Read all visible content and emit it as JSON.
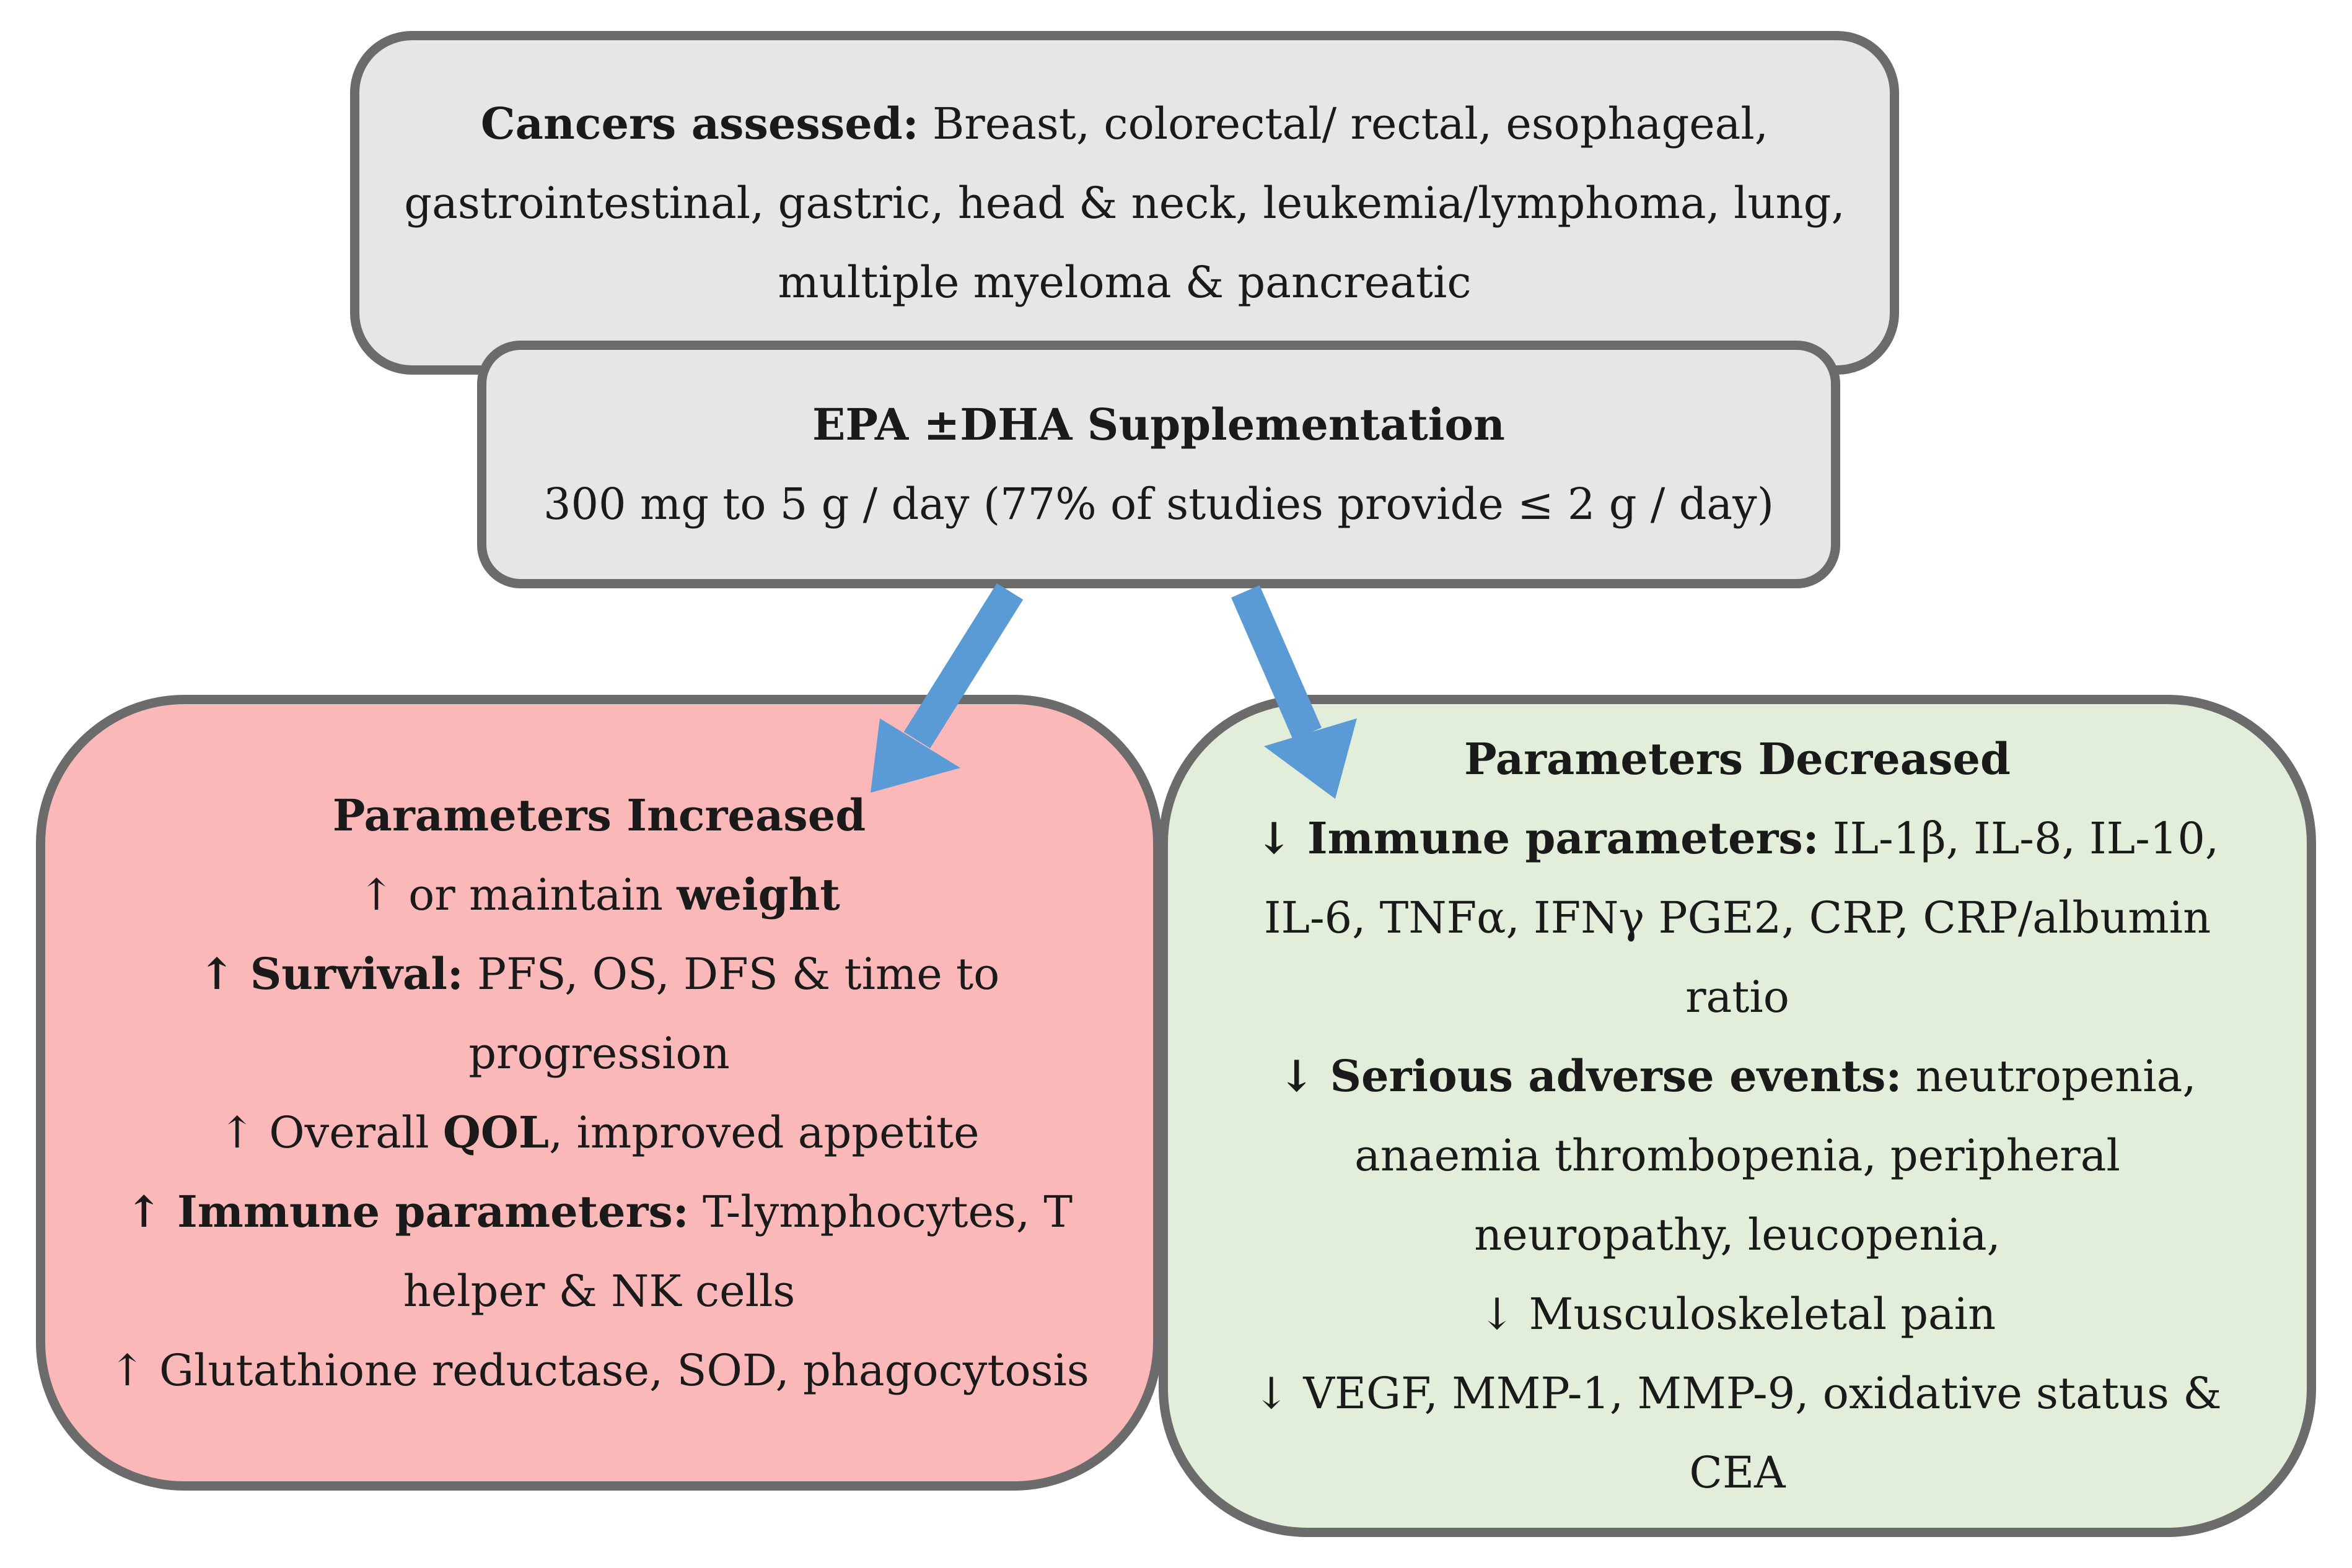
{
  "colors": {
    "border": "#6b6b6b",
    "top_fill": "#e6e6e6",
    "increased_fill": "#fbb8b9",
    "decreased_fill": "#e2eed9",
    "arrow": "#5b9bd5"
  },
  "cancers": {
    "label": "Cancers assessed:",
    "text_1": " Breast, colorectal/ rectal, esophageal,",
    "text_2": "gastrointestinal, gastric, head & neck, leukemia/lymphoma, lung,",
    "text_3": "multiple myeloma & pancreatic"
  },
  "epa": {
    "title": "EPA ±DHA Supplementation",
    "dose": "300 mg to 5 g / day (77% of studies provide ≤ 2 g / day)"
  },
  "increased": {
    "title": "Parameters Increased",
    "weight_prefix": "↑ or maintain ",
    "weight_bold": "weight",
    "survival_bold": "↑ Survival:",
    "survival_text": " PFS, OS, DFS & time to progression",
    "qol_prefix": "↑ Overall ",
    "qol_bold": "QOL",
    "qol_suffix": ", improved appetite",
    "immune_bold": "↑ Immune parameters:",
    "immune_text": " T-lymphocytes, T helper & NK cells",
    "glutathione": "↑ Glutathione reductase, SOD, phagocytosis"
  },
  "decreased": {
    "title": "Parameters Decreased",
    "immune_bold": "↓ Immune parameters:",
    "immune_text": " IL-1β, IL-8, IL-10, IL-6, TNFα, IFNγ PGE2, CRP, CRP/albumin ratio",
    "adverse_bold": "↓ Serious adverse events:",
    "adverse_text": " neutropenia, anaemia thrombopenia, peripheral neuropathy, leucopenia,",
    "pain": "↓ Musculoskeletal pain",
    "vegf": "↓ VEGF, MMP-1, MMP-9, oxidative status & CEA"
  }
}
